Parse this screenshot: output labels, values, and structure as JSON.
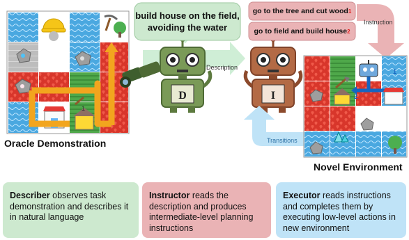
{
  "describer_bubble": "build house on the field, avoiding the water",
  "instructions": [
    {
      "text": "go to the tree and cut wood",
      "index": "1"
    },
    {
      "text": "go to field and build house",
      "index": "2"
    }
  ],
  "robot_letters": {
    "describer": "D",
    "instructor": "I"
  },
  "arrow_labels": {
    "description": "Description",
    "instruction": "Instruction",
    "transitions": "Transitions"
  },
  "panel_labels": {
    "oracle": "Oracle Demonstration",
    "novel": "Novel Environment"
  },
  "novel_markers": {
    "step1": "1",
    "step2": "2"
  },
  "oracle_marker": "1",
  "boxes": {
    "describer": {
      "title": "Describer",
      "text": "observes task demonstration and describes it in natural language"
    },
    "instructor": {
      "title": "Instructor",
      "text": "reads the description and produces intermediate-level planning instructions"
    },
    "executor": {
      "title": "Executor",
      "text": "reads instructions and completes them by executing low-level actions in new environment"
    }
  },
  "colors": {
    "green_box": "#cde9cf",
    "red_box": "#eab3b5",
    "blue_box": "#bfe3f7",
    "describer_robot": "#7a9a57",
    "instructor_robot": "#b36a45",
    "water": "#4aa8e0",
    "grass": "#4fa84a",
    "lava": "#d8362b",
    "path": "#f2a51e"
  }
}
